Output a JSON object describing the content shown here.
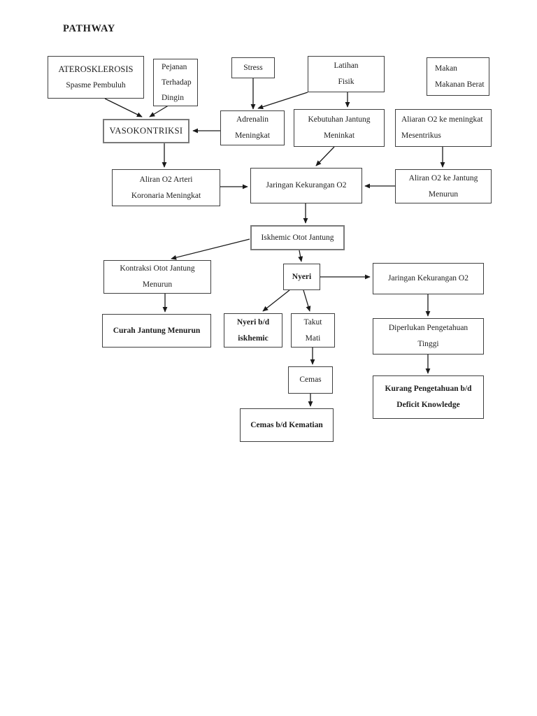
{
  "page": {
    "title": "PATHWAY"
  },
  "colors": {
    "background": "#ffffff",
    "box_border": "#3f3f3f",
    "highlight_border": "#7a7a7a",
    "arrow_line": "#1a1a1a",
    "text": "#1c1c1c"
  },
  "nodes": {
    "atero": {
      "l1": "ATEROSKLEROSIS",
      "l2": "Spasme Pembuluh"
    },
    "pejanan": {
      "l1": "Pejanan",
      "l2": "Terhadap",
      "l3": "Dingin"
    },
    "stress": {
      "l1": "Stress"
    },
    "latihan": {
      "l1": "Latihan",
      "l2": "Fisik"
    },
    "makan": {
      "l1": "Makan",
      "l2": "Makanan Berat"
    },
    "vaso": {
      "l1": "VASOKONTRIKSI"
    },
    "adrenalin": {
      "l1": "Adrenalin",
      "l2": "Meningkat"
    },
    "kebutuhan": {
      "l1": "Kebutuhan  Jantung",
      "l2": "Meninkat"
    },
    "aliaran_mesentrikus": {
      "l1": "Aliaran O2 ke meningkat",
      "l2": "Mesentrikus"
    },
    "aliran_arteri": {
      "l1": "Aliran O2 Arteri",
      "l2": "Koronaria Meningkat"
    },
    "jaringan1": {
      "l1": "Jaringan Kekurangan O2"
    },
    "aliran_jantung": {
      "l1": "Aliran O2 ke Jantung",
      "l2": "Menurun"
    },
    "iskhemic": {
      "l1": "Iskhemic Otot Jantung"
    },
    "kontraksi": {
      "l1": "Kontraksi Otot Jantung",
      "l2": "Menurun"
    },
    "nyeri": {
      "l1": "Nyeri"
    },
    "jaringan2": {
      "l1": "Jaringan Kekurangan O2"
    },
    "curah": {
      "l1": "Curah Jantung Menurun"
    },
    "nyeri_bd": {
      "l1": "Nyeri b/d",
      "l2": "iskhemic"
    },
    "takut": {
      "l1": "Takut",
      "l2": "Mati"
    },
    "diperlukan": {
      "l1": "Diperlukan Pengetahuan",
      "l2": "Tinggi"
    },
    "cemas": {
      "l1": "Cemas"
    },
    "kurang": {
      "l1": "Kurang Pengetahuan b/d",
      "l2": "Deficit Knowledge"
    },
    "cemas_bd": {
      "l1": "Cemas b/d Kematian"
    }
  },
  "edges": [
    {
      "from": "atero",
      "to": "vaso"
    },
    {
      "from": "pejanan",
      "to": "vaso"
    },
    {
      "from": "stress",
      "to": "adrenalin"
    },
    {
      "from": "latihan",
      "to": "adrenalin"
    },
    {
      "from": "latihan",
      "to": "kebutuhan"
    },
    {
      "from": "adrenalin",
      "to": "vaso"
    },
    {
      "from": "vaso",
      "to": "aliran_arteri"
    },
    {
      "from": "aliran_arteri",
      "to": "jaringan1"
    },
    {
      "from": "kebutuhan",
      "to": "jaringan1"
    },
    {
      "from": "aliaran_mesentrikus",
      "to": "aliran_jantung"
    },
    {
      "from": "aliran_jantung",
      "to": "jaringan1"
    },
    {
      "from": "jaringan1",
      "to": "iskhemic"
    },
    {
      "from": "iskhemic",
      "to": "kontraksi"
    },
    {
      "from": "iskhemic",
      "to": "nyeri"
    },
    {
      "from": "nyeri",
      "to": "jaringan2"
    },
    {
      "from": "kontraksi",
      "to": "curah"
    },
    {
      "from": "nyeri",
      "to": "nyeri_bd"
    },
    {
      "from": "nyeri",
      "to": "takut"
    },
    {
      "from": "jaringan2",
      "to": "diperlukan"
    },
    {
      "from": "takut",
      "to": "cemas"
    },
    {
      "from": "cemas",
      "to": "cemas_bd"
    },
    {
      "from": "diperlukan",
      "to": "kurang"
    }
  ]
}
